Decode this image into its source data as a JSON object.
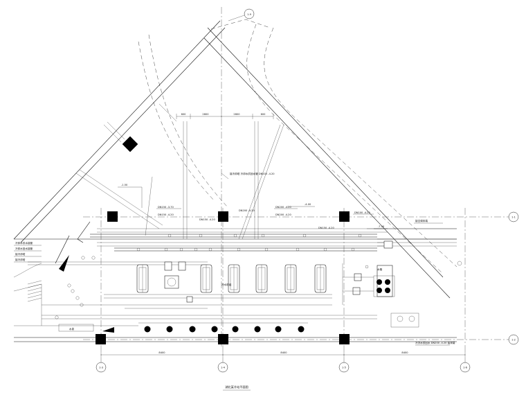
{
  "drawing": {
    "caption": "湖北某冷站平面图",
    "axes_bottom": [
      "1-3",
      "1-4",
      "1-5",
      "1-6"
    ],
    "axis_right": [
      "1-1",
      "1-2"
    ],
    "axis_top": "1-9",
    "dims_top": [
      "600",
      "2800",
      "2800",
      "600"
    ],
    "dims_bottom": [
      "8400",
      "8400",
      "8400"
    ],
    "elev_left": "-1.50",
    "elev_mid": "-4.00",
    "elev_right": "-7.50",
    "pipe_labels": [
      "DN150 -3.70",
      "DN150 -4.20",
      "DN150 -4.20",
      "DN200 -4.20",
      "DN200 -4.20",
      "DN200 -4.20",
      "DN150 -4.20",
      "DN100 -4.20"
    ],
    "left_notes": [
      "冷却水供水接管",
      "冷却水回水接管",
      "接冷却塔",
      "接冷却塔"
    ],
    "right_note": "接空调末端",
    "bottom_note": "冷冻水供回水 DN200 -4.20 接末端",
    "chiller_label": "冷水机组",
    "pump_label": "水泵",
    "tank_label": "水箱",
    "note_center": "接冷却塔 冷却水供回水管 DN200 -4.20"
  }
}
